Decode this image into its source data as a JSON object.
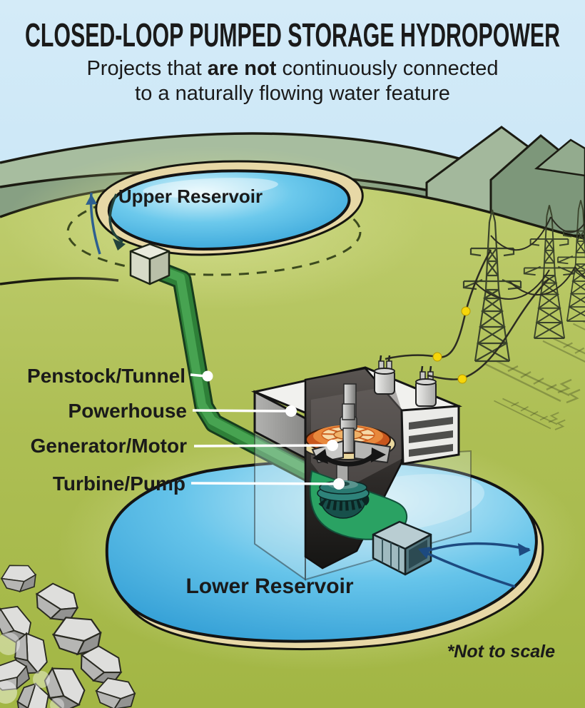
{
  "header": {
    "title": "CLOSED-LOOP PUMPED STORAGE HYDROPOWER",
    "subtitle_prefix": "Projects that ",
    "subtitle_emphasis": "are not",
    "subtitle_suffix": " continuously connected",
    "subtitle_line2": "to a naturally flowing water feature"
  },
  "diagram": {
    "upper_reservoir_label": "Upper Reservoir",
    "lower_reservoir_label": "Lower Reservoir",
    "callouts": {
      "penstock": "Penstock/Tunnel",
      "powerhouse": "Powerhouse",
      "generator": "Generator/Motor",
      "turbine": "Turbine/Pump"
    },
    "footnote": "*Not to scale"
  },
  "colors": {
    "sky": "#cfe9f7",
    "grass": "#aebf55",
    "hill_light_sage": "#a7bd9f",
    "hill_dark_sage": "#87a083",
    "water_blue": "#3fa9dc",
    "sand": "#e7d8a6",
    "penstock_green": "#3f9c49",
    "generator_orange": "#e8883c",
    "turbine_teal": "#2e837a",
    "wire_dot_yellow": "#f6d60a",
    "leader_line": "#ffffff",
    "label_text": "#1a1a1a"
  }
}
